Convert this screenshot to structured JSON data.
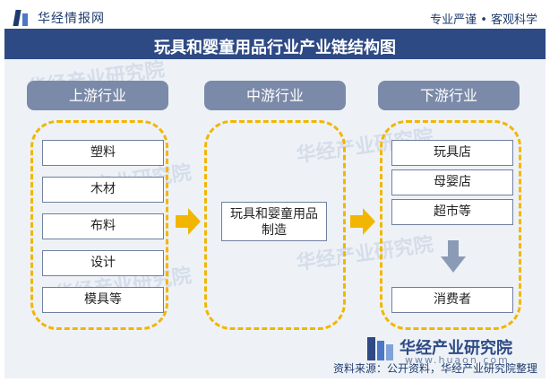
{
  "header": {
    "logo_text": "华经情报网",
    "slogan": "专业严谨 • 客观科学"
  },
  "title": "玩具和婴童用品行业产业链结构图",
  "columns": {
    "upstream": {
      "label": "上游行业",
      "items": [
        "塑料",
        "木材",
        "布料",
        "设计",
        "模具等"
      ]
    },
    "midstream": {
      "label": "中游行业",
      "item_line1": "玩具和婴童用品",
      "item_line2": "制造"
    },
    "downstream": {
      "label": "下游行业",
      "items": [
        "玩具店",
        "母婴店",
        "超市等"
      ],
      "consumer": "消费者"
    }
  },
  "watermark": {
    "brand": "华经产业研究院",
    "url": "www.huaon.com"
  },
  "source": "资料来源：公开资料，华经产业研究院整理",
  "colors": {
    "title_bar": "#2e4a85",
    "header_box": "#7b8aa8",
    "dash_border": "#f2b600",
    "arrow": "#f2b600",
    "down_arrow": "#8c9bb5"
  }
}
